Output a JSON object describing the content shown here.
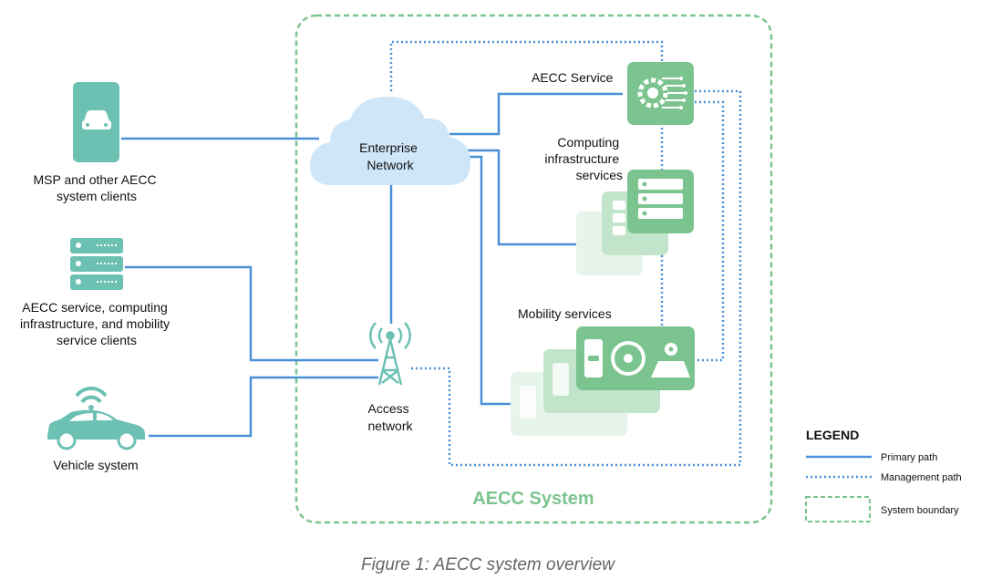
{
  "nodes": {
    "msp_clients": [
      "MSP and other AECC",
      "system clients"
    ],
    "service_clients": [
      "AECC service, computing",
      "infrastructure, and mobility",
      "service clients"
    ],
    "vehicle_system": "Vehicle system",
    "enterprise_network": [
      "Enterprise",
      "Network"
    ],
    "access_network": [
      "Access",
      "network"
    ],
    "aecc_service": "AECC Service",
    "computing_services": [
      "Computing",
      "infrastructure",
      "services"
    ],
    "mobility_services": "Mobility services"
  },
  "system_boundary_label": "AECC System",
  "legend": {
    "title": "LEGEND",
    "primary": "Primary path",
    "management": "Management path",
    "boundary": "System boundary"
  },
  "caption": "Figure 1: AECC system overview",
  "colors": {
    "teal": "#6cc1b3",
    "green": "#7cc48f",
    "primary_line": "#4a90d9",
    "cloud": "#cfe6f8"
  },
  "icons": [
    "phone-car-icon",
    "server-rack-icon",
    "vehicle-wifi-icon",
    "cloud-icon",
    "cell-tower-icon",
    "gear-chip-icon",
    "server-stack-icon",
    "mobility-app-icon"
  ]
}
